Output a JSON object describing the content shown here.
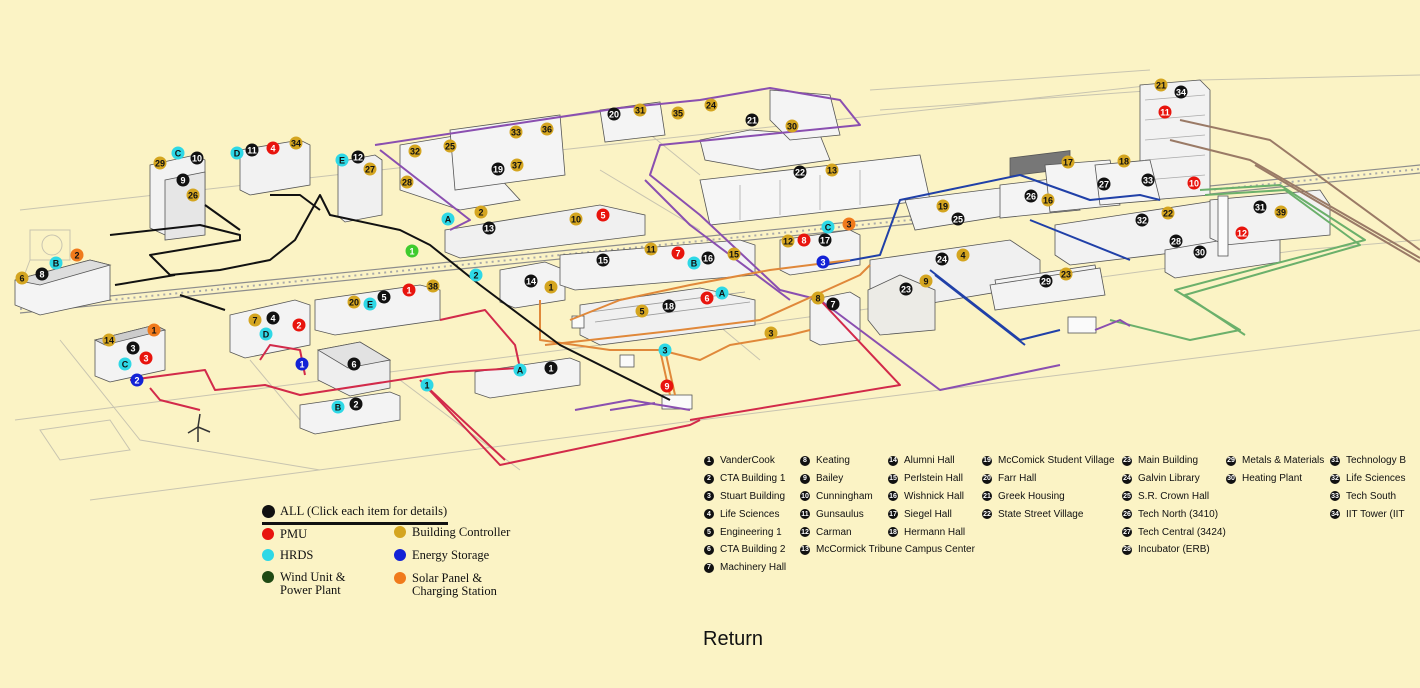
{
  "legend_categories": {
    "all_label": "ALL (Click each item for details)",
    "items": [
      {
        "key": "pmu",
        "label": "PMU",
        "color": "#e8140d"
      },
      {
        "key": "building_controller",
        "label": "Building Controller",
        "color": "#d4a520"
      },
      {
        "key": "hrds",
        "label": "HRDS",
        "color": "#2ed8e6"
      },
      {
        "key": "energy_storage",
        "label": "Energy Storage",
        "color": "#1322d6"
      },
      {
        "key": "wind",
        "label": "Wind Unit & Power Plant",
        "line1": "Wind Unit &",
        "line2": "Power Plant",
        "color": "#1f4a14"
      },
      {
        "key": "solar",
        "label": "Solar Panel & Charging Station",
        "line1": "Solar Panel &",
        "line2": "Charging Station",
        "color": "#f07a1c"
      }
    ]
  },
  "building_list": [
    {
      "n": "1",
      "name": "VanderCook"
    },
    {
      "n": "2",
      "name": "CTA Building 1"
    },
    {
      "n": "3",
      "name": "Stuart Building"
    },
    {
      "n": "4",
      "name": "Life Sciences"
    },
    {
      "n": "5",
      "name": "Engineering 1"
    },
    {
      "n": "6",
      "name": "CTA Building 2"
    },
    {
      "n": "7",
      "name": "Machinery Hall"
    },
    {
      "n": "8",
      "name": "Keating"
    },
    {
      "n": "9",
      "name": "Bailey"
    },
    {
      "n": "10",
      "name": "Cunningham"
    },
    {
      "n": "11",
      "name": "Gunsaulus"
    },
    {
      "n": "12",
      "name": "Carman"
    },
    {
      "n": "13",
      "name": "McCormick Tribune Campus Center"
    },
    {
      "n": "14",
      "name": "Alumni Hall"
    },
    {
      "n": "15",
      "name": "Perlstein Hall"
    },
    {
      "n": "16",
      "name": "Wishnick Hall"
    },
    {
      "n": "17",
      "name": "Siegel Hall"
    },
    {
      "n": "18",
      "name": "Hermann Hall"
    },
    {
      "n": "19",
      "name": "McComick Student Village"
    },
    {
      "n": "20",
      "name": "Farr Hall"
    },
    {
      "n": "21",
      "name": "Greek Housing"
    },
    {
      "n": "22",
      "name": "State Street Village"
    },
    {
      "n": "23",
      "name": "Main Building"
    },
    {
      "n": "24",
      "name": "Galvin Library"
    },
    {
      "n": "25",
      "name": "S.R. Crown Hall"
    },
    {
      "n": "26",
      "name": "Tech North (3410)"
    },
    {
      "n": "27",
      "name": "Tech Central (3424)"
    },
    {
      "n": "28",
      "name": "Incubator (ERB)"
    },
    {
      "n": "29",
      "name": "Metals & Materials"
    },
    {
      "n": "30",
      "name": "Heating Plant"
    },
    {
      "n": "31",
      "name": "Technology B"
    },
    {
      "n": "32",
      "name": "Life Sciences"
    },
    {
      "n": "33",
      "name": "Tech South"
    },
    {
      "n": "34",
      "name": "IIT Tower (IIT"
    }
  ],
  "return_label": "Return",
  "colors": {
    "background": "#fbf3c5",
    "black_line": "#111111",
    "red_line": "#d22a4a",
    "purple_line": "#8a4fb0",
    "orange_line": "#e0883a",
    "blue_line": "#2040a8",
    "green_line": "#6bb06b",
    "brown_line": "#9a7a66"
  },
  "markers": [
    {
      "t": "29",
      "c": "bc"
    },
    {
      "t": "C",
      "c": "hrds"
    },
    {
      "t": "10",
      "c": "k"
    },
    {
      "t": "9",
      "c": "k"
    },
    {
      "t": "26",
      "c": "bc"
    },
    {
      "t": "D",
      "c": "hrds"
    },
    {
      "t": "11",
      "c": "k"
    },
    {
      "t": "4",
      "c": "pmu"
    },
    {
      "t": "34",
      "c": "bc"
    },
    {
      "t": "E",
      "c": "hrds"
    },
    {
      "t": "12",
      "c": "k"
    },
    {
      "t": "27",
      "c": "bc"
    },
    {
      "t": "28",
      "c": "bc"
    },
    {
      "t": "32",
      "c": "bc"
    },
    {
      "t": "25",
      "c": "bc"
    },
    {
      "t": "19",
      "c": "k"
    },
    {
      "t": "33",
      "c": "bc"
    },
    {
      "t": "36",
      "c": "bc"
    },
    {
      "t": "37",
      "c": "bc"
    },
    {
      "t": "20",
      "c": "k"
    },
    {
      "t": "31",
      "c": "bc"
    },
    {
      "t": "35",
      "c": "bc"
    },
    {
      "t": "24",
      "c": "bc"
    },
    {
      "t": "21",
      "c": "k"
    },
    {
      "t": "30",
      "c": "bc"
    },
    {
      "t": "22",
      "c": "k"
    },
    {
      "t": "13",
      "c": "bc"
    },
    {
      "t": "21",
      "c": "bc"
    },
    {
      "t": "34",
      "c": "k"
    },
    {
      "t": "11",
      "c": "pmu"
    },
    {
      "t": "17",
      "c": "bc"
    },
    {
      "t": "18",
      "c": "bc"
    },
    {
      "t": "27",
      "c": "k"
    },
    {
      "t": "33",
      "c": "k"
    },
    {
      "t": "10",
      "c": "pmu"
    },
    {
      "t": "26",
      "c": "k"
    },
    {
      "t": "16",
      "c": "bc"
    },
    {
      "t": "19",
      "c": "bc"
    },
    {
      "t": "25",
      "c": "k"
    },
    {
      "t": "32",
      "c": "k"
    },
    {
      "t": "22",
      "c": "bc"
    },
    {
      "t": "31",
      "c": "k"
    },
    {
      "t": "39",
      "c": "bc"
    },
    {
      "t": "28",
      "c": "k"
    },
    {
      "t": "30",
      "c": "k"
    },
    {
      "t": "12",
      "c": "pmu"
    },
    {
      "t": "A",
      "c": "hrds"
    },
    {
      "t": "2",
      "c": "bc"
    },
    {
      "t": "13",
      "c": "k"
    },
    {
      "t": "10",
      "c": "bc"
    },
    {
      "t": "5",
      "c": "pmu"
    },
    {
      "t": "1",
      "c": "wind"
    },
    {
      "t": "2",
      "c": "hrds"
    },
    {
      "t": "B",
      "c": "hrds"
    },
    {
      "t": "2",
      "c": "solar"
    },
    {
      "t": "6",
      "c": "bc"
    },
    {
      "t": "8",
      "c": "k"
    },
    {
      "t": "15",
      "c": "k"
    },
    {
      "t": "11",
      "c": "bc"
    },
    {
      "t": "7",
      "c": "pmu"
    },
    {
      "t": "B",
      "c": "hrds"
    },
    {
      "t": "16",
      "c": "k"
    },
    {
      "t": "15",
      "c": "bc"
    },
    {
      "t": "12",
      "c": "bc"
    },
    {
      "t": "8",
      "c": "pmu"
    },
    {
      "t": "C",
      "c": "hrds"
    },
    {
      "t": "17",
      "c": "k"
    },
    {
      "t": "3",
      "c": "solar"
    },
    {
      "t": "3",
      "c": "es"
    },
    {
      "t": "24",
      "c": "k"
    },
    {
      "t": "4",
      "c": "bc"
    },
    {
      "t": "9",
      "c": "bc"
    },
    {
      "t": "23",
      "c": "k"
    },
    {
      "t": "29",
      "c": "k"
    },
    {
      "t": "23",
      "c": "bc"
    },
    {
      "t": "14",
      "c": "k"
    },
    {
      "t": "1",
      "c": "bc"
    },
    {
      "t": "20",
      "c": "bc"
    },
    {
      "t": "5",
      "c": "k"
    },
    {
      "t": "E",
      "c": "hrds"
    },
    {
      "t": "1",
      "c": "pmu"
    },
    {
      "t": "38",
      "c": "bc"
    },
    {
      "t": "7",
      "c": "bc"
    },
    {
      "t": "4",
      "c": "k"
    },
    {
      "t": "D",
      "c": "hrds"
    },
    {
      "t": "2",
      "c": "pmu"
    },
    {
      "t": "5",
      "c": "bc"
    },
    {
      "t": "18",
      "c": "k"
    },
    {
      "t": "6",
      "c": "pmu"
    },
    {
      "t": "A",
      "c": "hrds"
    },
    {
      "t": "8",
      "c": "bc"
    },
    {
      "t": "7",
      "c": "k"
    },
    {
      "t": "3",
      "c": "bc"
    },
    {
      "t": "3",
      "c": "hrds"
    },
    {
      "t": "1",
      "c": "solar"
    },
    {
      "t": "14",
      "c": "bc"
    },
    {
      "t": "3",
      "c": "k"
    },
    {
      "t": "C",
      "c": "hrds"
    },
    {
      "t": "3",
      "c": "pmu"
    },
    {
      "t": "2",
      "c": "es"
    },
    {
      "t": "1",
      "c": "es"
    },
    {
      "t": "6",
      "c": "k"
    },
    {
      "t": "B",
      "c": "hrds"
    },
    {
      "t": "2",
      "c": "k"
    },
    {
      "t": "A",
      "c": "hrds"
    },
    {
      "t": "1",
      "c": "k"
    },
    {
      "t": "1",
      "c": "hrds"
    },
    {
      "t": "9",
      "c": "pmu"
    }
  ]
}
